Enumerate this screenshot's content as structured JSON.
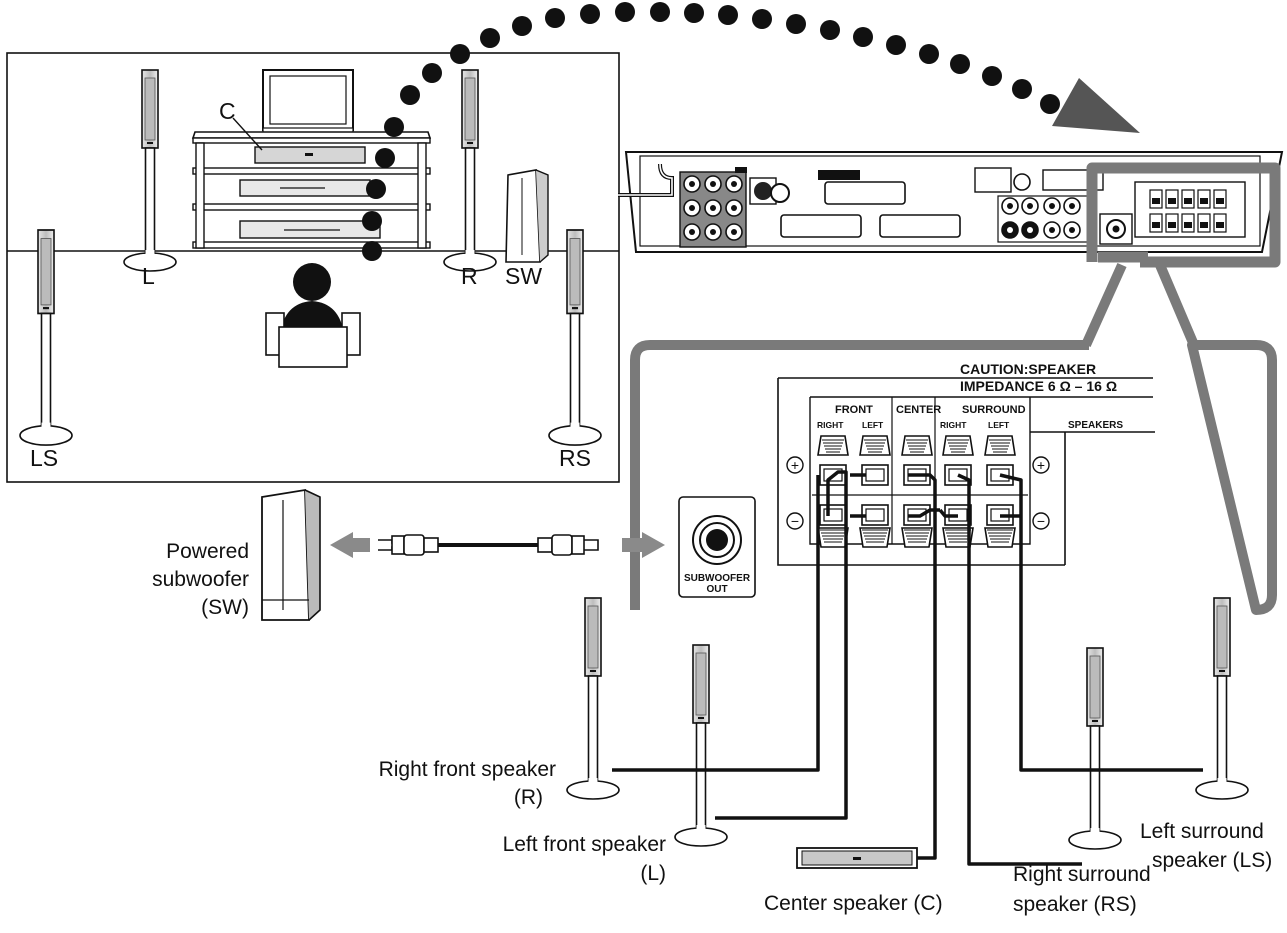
{
  "room_labels": {
    "c": "C",
    "l": "L",
    "r": "R",
    "sw": "SW",
    "ls": "LS",
    "rs": "RS"
  },
  "panel": {
    "caution_line1": "CAUTION:SPEAKER",
    "caution_line2": "IMPEDANCE 6 Ω – 16 Ω",
    "front": "FRONT",
    "center": "CENTER",
    "surround": "SURROUND",
    "right": "RIGHT",
    "left": "LEFT",
    "speakers": "SPEAKERS",
    "plus": "+",
    "minus": "−",
    "subwoofer_out_1": "SUBWOOFER",
    "subwoofer_out_2": "OUT"
  },
  "subwoofer_label": [
    "Powered",
    "subwoofer",
    "(SW)"
  ],
  "speaker_labels": {
    "right_front": [
      "Right front speaker",
      "(R)"
    ],
    "left_front": [
      "Left front speaker",
      "(L)"
    ],
    "center": "Center speaker (C)",
    "right_surround": [
      "Right surround",
      "speaker (RS)"
    ],
    "left_surround": [
      "Left surround",
      "speaker (LS)"
    ]
  },
  "colors": {
    "line": "#111111",
    "frame_gray": "#7a7a7a",
    "arrow_gray": "#8a8a8a",
    "speaker_gray": "#c8c8c8"
  }
}
